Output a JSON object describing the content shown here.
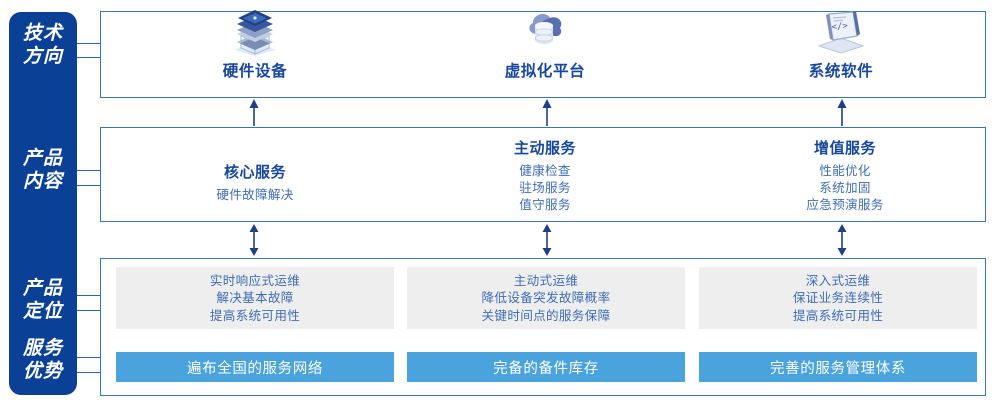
{
  "rail": {
    "labels": [
      {
        "name": "tech-direction",
        "line1": "技术",
        "line2": "方向"
      },
      {
        "name": "product-content",
        "line1": "产品",
        "line2": "内容"
      },
      {
        "name": "product-positioning",
        "line1": "产品",
        "line2": "定位"
      },
      {
        "name": "service-advantage",
        "line1": "服务",
        "line2": "优势"
      }
    ]
  },
  "tech_directions": [
    {
      "icon": "server-stack-icon",
      "title": "硬件设备"
    },
    {
      "icon": "cloud-database-icon",
      "title": "虚拟化平台"
    },
    {
      "icon": "laptop-code-icon",
      "title": "系统软件"
    }
  ],
  "product_content": [
    {
      "title": "核心服务",
      "items": [
        "硬件故障解决"
      ]
    },
    {
      "title": "主动服务",
      "items": [
        "健康检查",
        "驻场服务",
        "值守服务"
      ]
    },
    {
      "title": "增值服务",
      "items": [
        "性能优化",
        "系统加固",
        "应急预演服务"
      ]
    }
  ],
  "product_positioning": [
    {
      "lines": [
        "实时响应式运维",
        "解决基本故障",
        "提高系统可用性"
      ]
    },
    {
      "lines": [
        "主动式运维",
        "降低设备突发故障概率",
        "关键时间点的服务保障"
      ]
    },
    {
      "lines": [
        "深入式运维",
        "保证业务连续性",
        "提高系统可用性"
      ]
    }
  ],
  "service_advantages": [
    {
      "label": "遍布全国的服务网络"
    },
    {
      "label": "完备的备件库存"
    },
    {
      "label": "完善的服务管理体系"
    }
  ],
  "colors": {
    "rail_bg": "#0b4097",
    "box_border": "#3a74bf",
    "title_blue": "#17489b",
    "text_blue": "#3f6db5",
    "gray_card": "#eeeeee",
    "bar_blue": "#4ba3dd",
    "arrow": "#1f3f86"
  }
}
